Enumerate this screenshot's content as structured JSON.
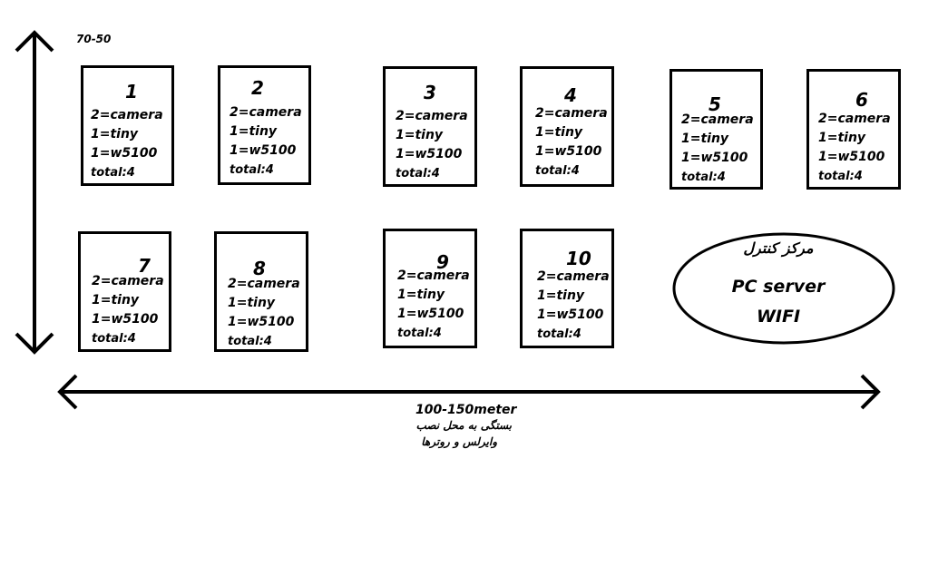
{
  "vertical_dimension": "70-50",
  "horizontal_dimension": {
    "value": "100-150meter",
    "note_line_1": "بستگی به محل نصب",
    "note_line_2": "وایرلس و روترها"
  },
  "control_center": {
    "title": "مرکز کنترل",
    "line_1": "PC server",
    "line_2": "WIFI"
  },
  "stations": [
    {
      "number": "1",
      "cameras": "2=camera",
      "tiny": "1=tiny",
      "w5100": "1=w5100",
      "total": "total:4"
    },
    {
      "number": "2",
      "cameras": "2=camera",
      "tiny": "1=tiny",
      "w5100": "1=w5100",
      "total": "total:4"
    },
    {
      "number": "3",
      "cameras": "2=camera",
      "tiny": "1=tiny",
      "w5100": "1=w5100",
      "total": "total:4"
    },
    {
      "number": "4",
      "cameras": "2=camera",
      "tiny": "1=tiny",
      "w5100": "1=w5100",
      "total": "total:4"
    },
    {
      "number": "5",
      "cameras": "2=camera",
      "tiny": "1=tiny",
      "w5100": "1=w5100",
      "total": "total:4"
    },
    {
      "number": "6",
      "cameras": "2=camera",
      "tiny": "1=tiny",
      "w5100": "1=w5100",
      "total": "total:4"
    },
    {
      "number": "7",
      "cameras": "2=camera",
      "tiny": "1=tiny",
      "w5100": "1=w5100",
      "total": "total:4"
    },
    {
      "number": "8",
      "cameras": "2=camera",
      "tiny": "1=tiny",
      "w5100": "1=w5100",
      "total": "total:4"
    },
    {
      "number": "9",
      "cameras": "2=camera",
      "tiny": "1=tiny",
      "w5100": "1=w5100",
      "total": "total:4"
    },
    {
      "number": "10",
      "cameras": "2=camera",
      "tiny": "1=tiny",
      "w5100": "1=w5100",
      "total": "total:4"
    }
  ]
}
